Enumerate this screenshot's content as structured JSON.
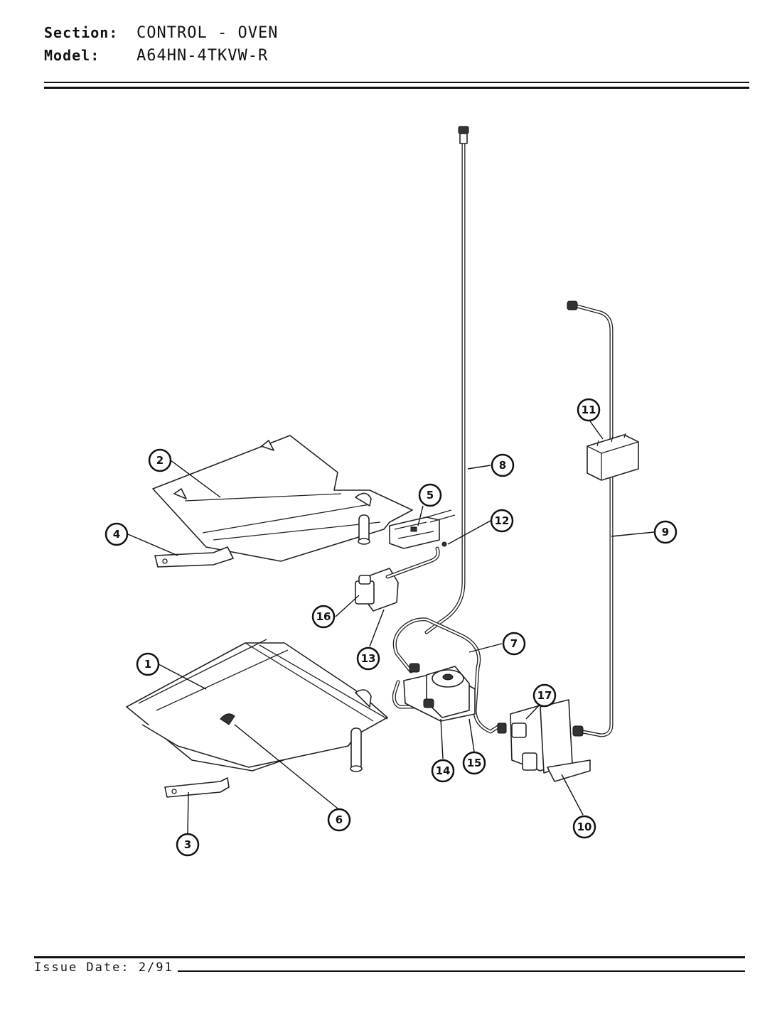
{
  "header": {
    "section_label": "Section:",
    "section_value": "CONTROL - OVEN",
    "model_label": "Model:",
    "model_value": "A64HN-4TKVW-R"
  },
  "footer": {
    "issue_date": "Issue Date: 2/91"
  },
  "callouts": [
    "1",
    "2",
    "3",
    "4",
    "5",
    "6",
    "7",
    "8",
    "9",
    "10",
    "11",
    "12",
    "13",
    "14",
    "15",
    "16",
    "17"
  ]
}
